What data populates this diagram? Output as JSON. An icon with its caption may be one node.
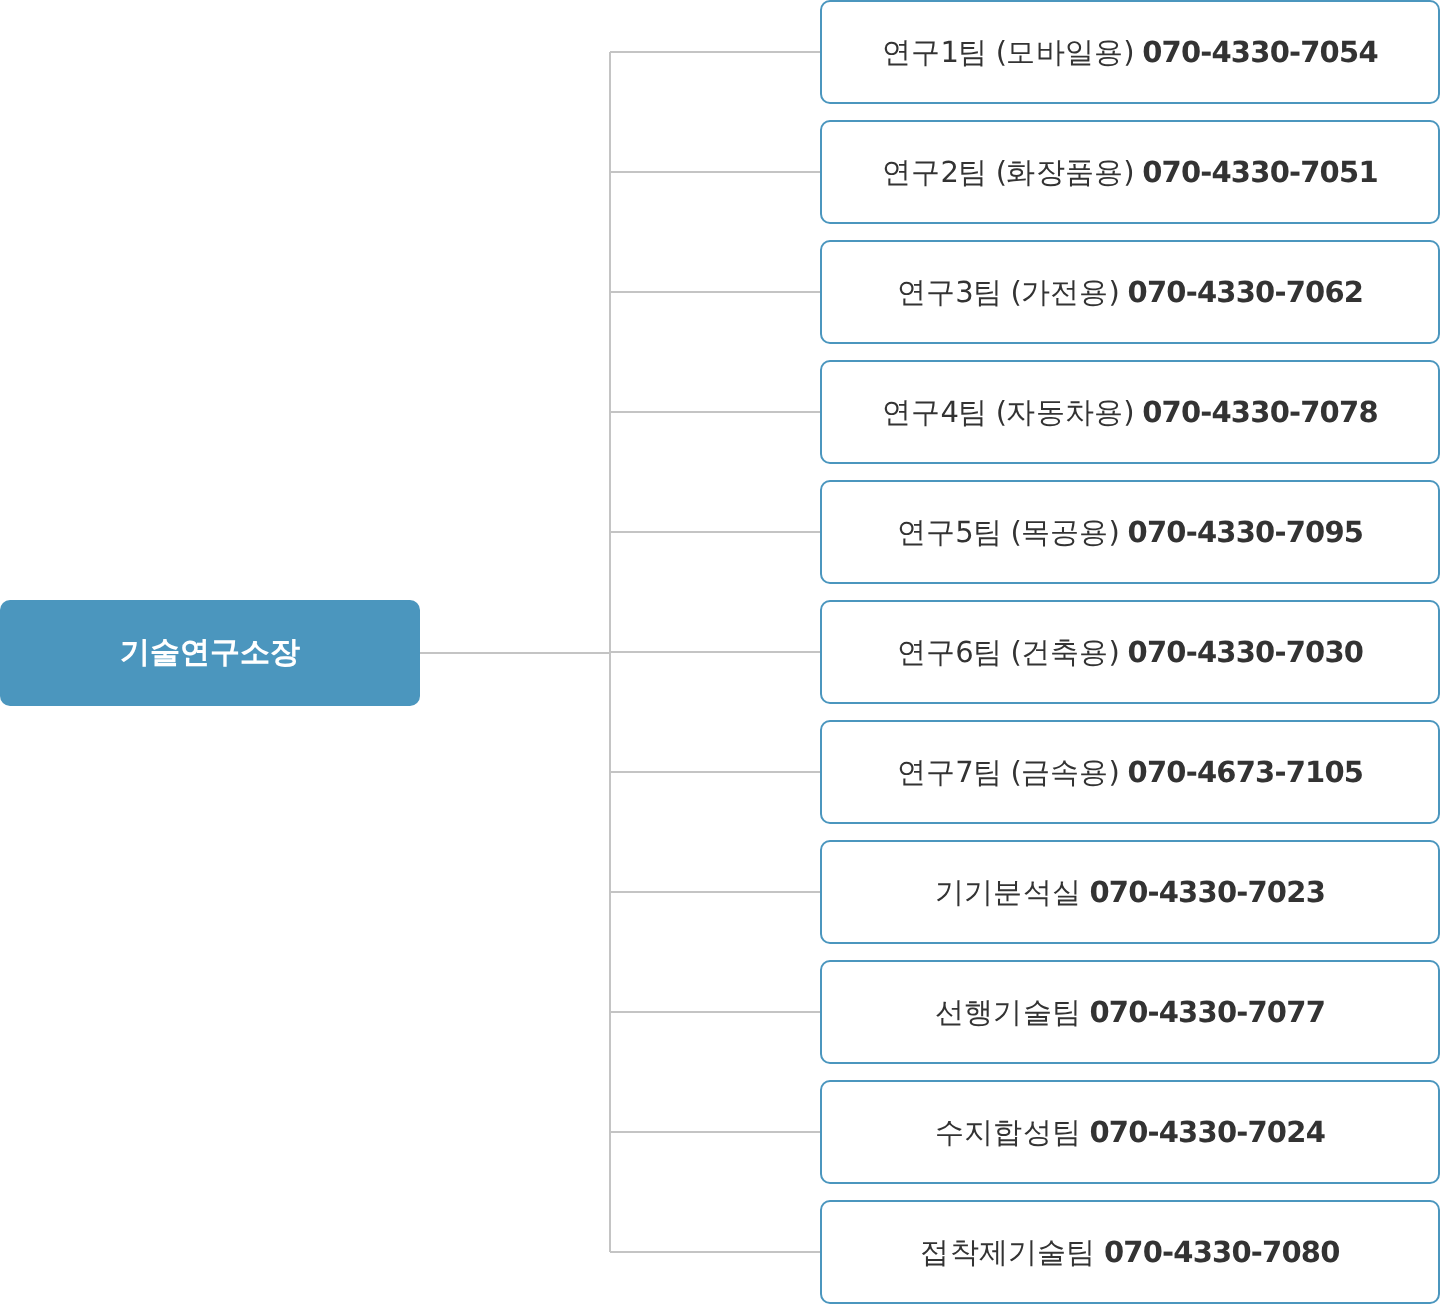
{
  "diagram": {
    "nodes": [
      {
        "text": [
          "기술연구소장"
        ]
      },
      {
        "text": [
          "연구1팀 (모바일용) **070-4330-7054**"
        ]
      },
      {
        "text": [
          "연구2팀 (화장품용) **070-4330-7051**"
        ]
      },
      {
        "text": [
          "연구3팀 (가전용) **070-4330-7062**"
        ]
      },
      {
        "text": [
          "연구4팀 (자동차용) **070-4330-7078**"
        ]
      },
      {
        "text": [
          "연구5팀 (목공용) **070-4330-7095**"
        ]
      },
      {
        "text": [
          "연구6팀 (건축용) **070-4330-7030**"
        ]
      },
      {
        "text": [
          "연구7팀 (금속용) **070-4673-7105**"
        ]
      },
      {
        "text": [
          "기기분석실 **070-4330-7023**"
        ]
      },
      {
        "text": [
          "선행기술팀 **070-4330-7077**"
        ]
      },
      {
        "text": [
          "수지합성팀 **070-4330-7024**"
        ]
      },
      {
        "text": [
          "접착제기술팀 **070-4330-7080**"
        ]
      }
    ],
    "edges": [
      {
        "from": 0,
        "to": 1,
        "arrow": "none"
      },
      {
        "from": 0,
        "to": 2,
        "arrow": "none"
      },
      {
        "from": 0,
        "to": 3,
        "arrow": "none"
      },
      {
        "from": 0,
        "to": 4,
        "arrow": "none"
      },
      {
        "from": 0,
        "to": 5,
        "arrow": "none"
      },
      {
        "from": 0,
        "to": 6,
        "arrow": "none"
      },
      {
        "from": 0,
        "to": 7,
        "arrow": "none"
      },
      {
        "from": 0,
        "to": 8,
        "arrow": "none"
      },
      {
        "from": 0,
        "to": 9,
        "arrow": "none"
      },
      {
        "from": 0,
        "to": 10,
        "arrow": "none"
      },
      {
        "from": 0,
        "to": 11,
        "arrow": "none"
      }
    ]
  }
}
